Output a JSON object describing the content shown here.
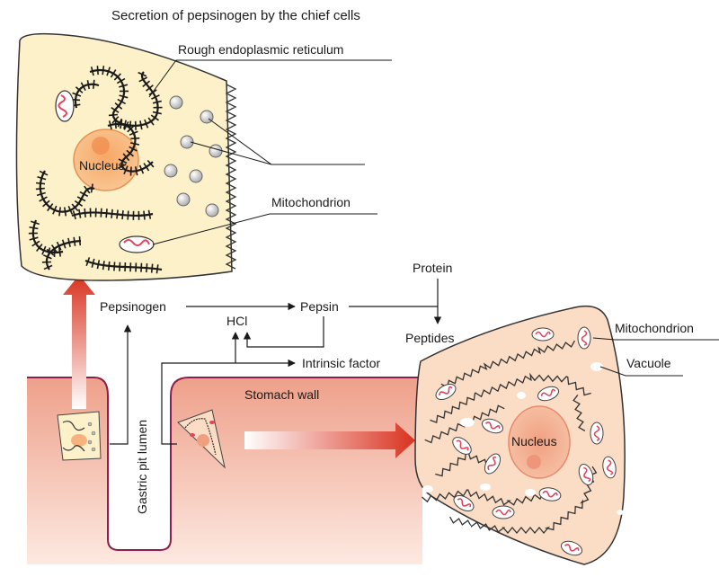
{
  "title": "Secretion of pepsinogen by the chief cells",
  "labels": {
    "rough_er": "Rough endoplasmic reticulum",
    "nucleus_chief": "Nucleus",
    "mitochondrion_chief": "Mitochondrion",
    "protein": "Protein",
    "pepsinogen": "Pepsinogen",
    "pepsin": "Pepsin",
    "hcl": "HCl",
    "peptides": "Peptides",
    "intrinsic_factor": "Intrinsic factor",
    "stomach_wall": "Stomach wall",
    "gastric_pit_lumen": "Gastric pit lumen",
    "mitochondrion_parietal": "Mitochondrion",
    "vacuole": "Vacuole",
    "nucleus_parietal": "Nucleus"
  },
  "colors": {
    "cell_fill": "#fdf1c9",
    "parietal_fill": "#fbdcc4",
    "nucleus_fill": "#f6b37f",
    "stomach_wall": "#f2b5a0",
    "arrow_red": "#d9321f",
    "mito_red": "#e0455a"
  }
}
